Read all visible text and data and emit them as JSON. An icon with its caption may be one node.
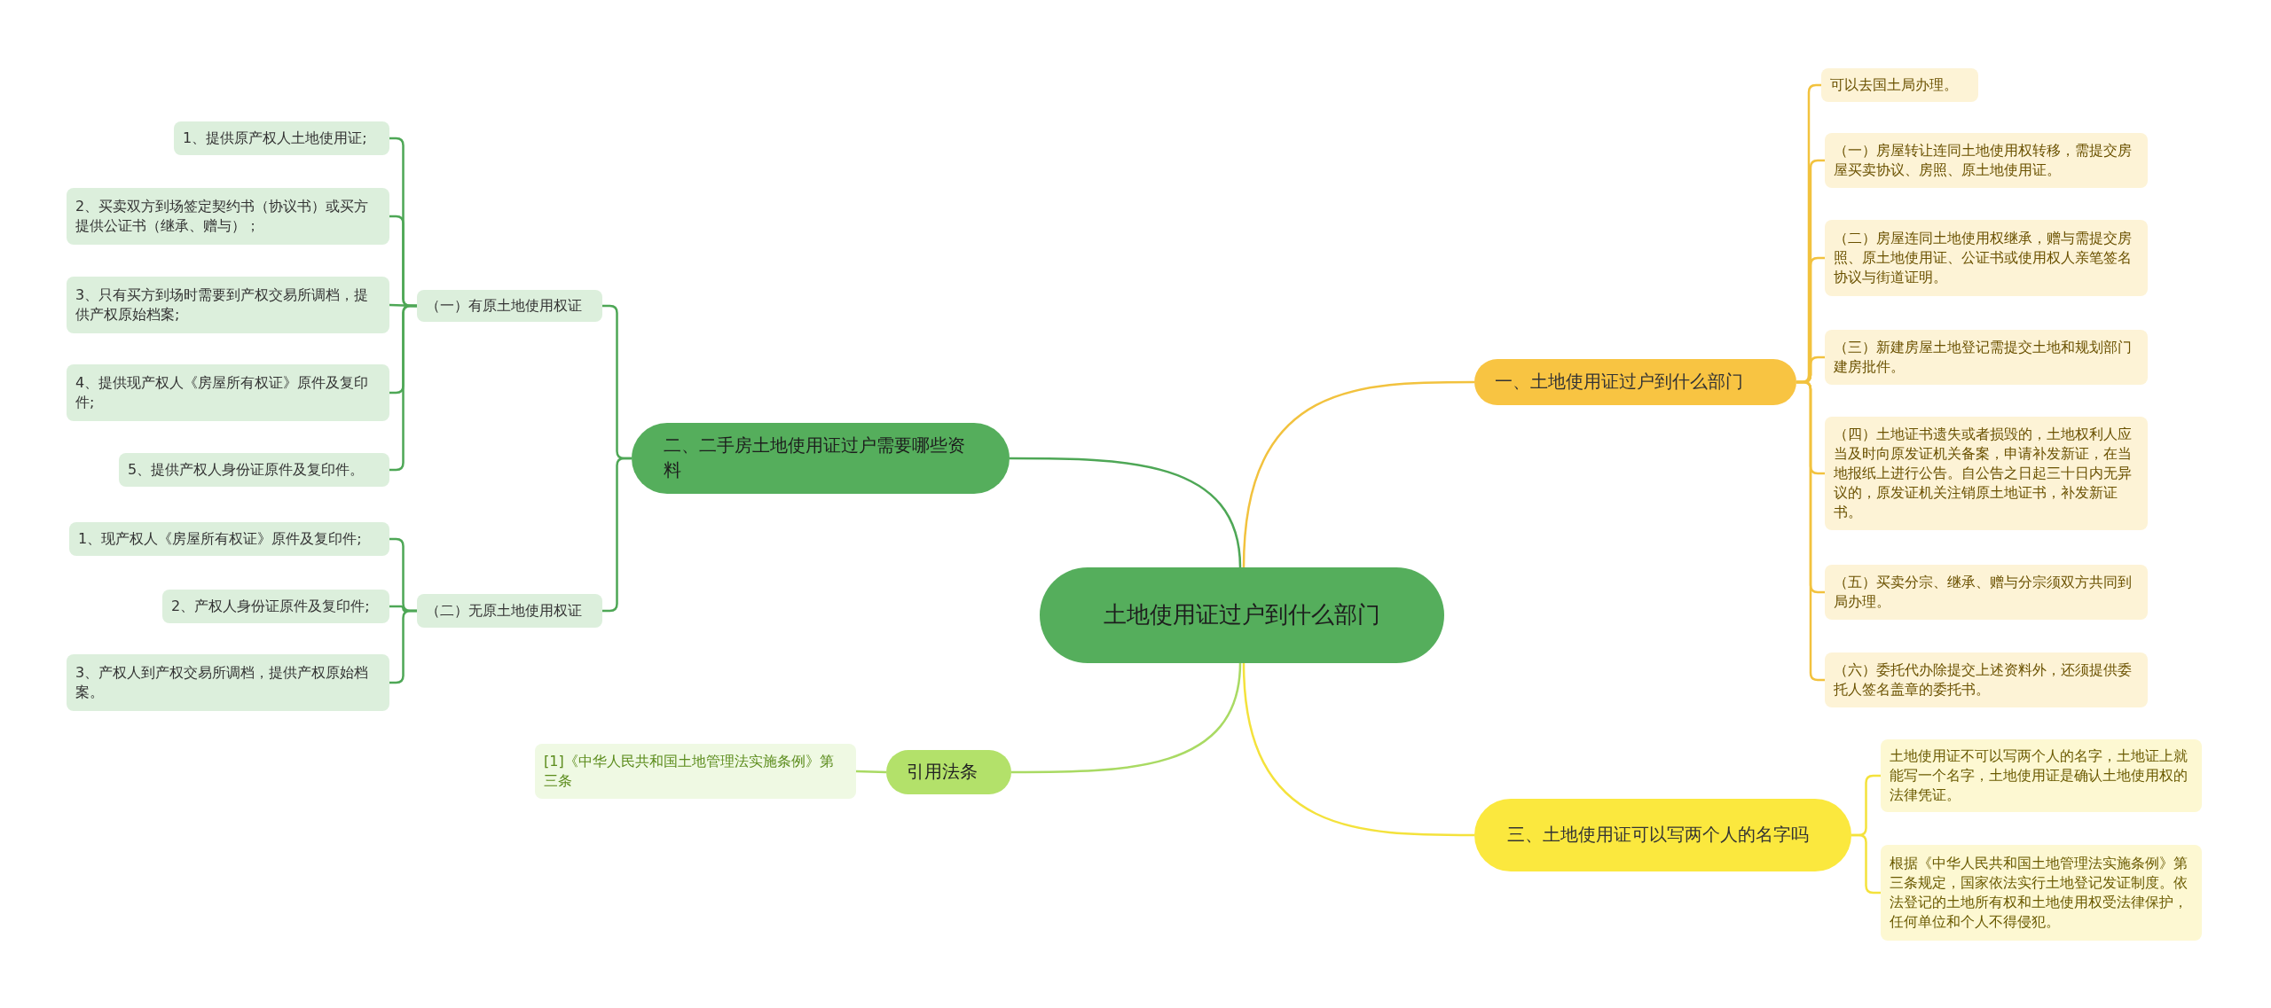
{
  "diagram": {
    "nodes": [
      {
        "text": [
          "土地使用证过户到什么部门"
        ]
      },
      {
        "text": [
          "二、二手房土地使用证过户需要哪些资料"
        ]
      },
      {
        "text": [
          "（一）有原土地使用权证"
        ]
      },
      {
        "text": [
          "1、提供原产权人土地使用证;"
        ]
      },
      {
        "text": [
          "2、买卖双方到场签定契约书（协议书）或买方提供公证书（继承、赠与）；"
        ]
      },
      {
        "text": [
          "3、只有买方到场时需要到产权交易所调档，提供产权原始档案;"
        ]
      },
      {
        "text": [
          "4、提供现产权人《房屋所有权证》原件及复印件;"
        ]
      },
      {
        "text": [
          "5、提供产权人身份证原件及复印件。"
        ]
      },
      {
        "text": [
          "（二）无原土地使用权证"
        ]
      },
      {
        "text": [
          "1、现产权人《房屋所有权证》原件及复印件;"
        ]
      },
      {
        "text": [
          "2、产权人身份证原件及复印件;"
        ]
      },
      {
        "text": [
          "3、产权人到产权交易所调档，提供产权原始档案。"
        ]
      },
      {
        "text": [
          "引用法条"
        ]
      },
      {
        "text": [
          "[1]《中华人民共和国土地管理法实施条例》第三条"
        ]
      },
      {
        "text": [
          "一、土地使用证过户到什么部门"
        ]
      },
      {
        "text": [
          "可以去国土局办理。"
        ]
      },
      {
        "text": [
          "（一）房屋转让连同土地使用权转移，需提交房屋买卖协议、房照、原土地使用证。"
        ]
      },
      {
        "text": [
          "（二）房屋连同土地使用权继承，赠与需提交房照、原土地使用证、公证书或使用权人亲笔签名协议与街道证明。"
        ]
      },
      {
        "text": [
          "（三）新建房屋土地登记需提交土地和规划部门建房批件。"
        ]
      },
      {
        "text": [
          "（四）土地证书遗失或者损毁的，土地权利人应当及时向原发证机关备案，申请补发新证，在当地报纸上进行公告。自公告之日起三十日内无异议的，原发证机关注销原土地证书，补发新证书。"
        ]
      },
      {
        "text": [
          "（五）买卖分宗、继承、赠与分宗须双方共同到局办理。"
        ]
      },
      {
        "text": [
          "（六）委托代办除提交上述资料外，还须提供委托人签名盖章的委托书。"
        ]
      },
      {
        "text": [
          "三、土地使用证可以写两个人的名字吗"
        ]
      },
      {
        "text": [
          "土地使用证不可以写两个人的名字，土地证上就能写一个名字，土地使用证是确认土地使用权的法律凭证。"
        ]
      },
      {
        "text": [
          "根据《中华人民共和国土地管理法实施条例》第三条规定，国家依法实行土地登记发证制度。依法登记的土地所有权和土地使用权受法律保护，任何单位和个人不得侵犯。"
        ]
      }
    ],
    "edges": [
      {
        "from": 0,
        "to": 1,
        "arrow": "none"
      },
      {
        "from": 1,
        "to": 2,
        "arrow": "none"
      },
      {
        "from": 2,
        "to": 3,
        "arrow": "none"
      },
      {
        "from": 2,
        "to": 4,
        "arrow": "none"
      },
      {
        "from": 2,
        "to": 5,
        "arrow": "none"
      },
      {
        "from": 2,
        "to": 6,
        "arrow": "none"
      },
      {
        "from": 2,
        "to": 7,
        "arrow": "none"
      },
      {
        "from": 1,
        "to": 8,
        "arrow": "none"
      },
      {
        "from": 8,
        "to": 9,
        "arrow": "none"
      },
      {
        "from": 8,
        "to": 10,
        "arrow": "none"
      },
      {
        "from": 8,
        "to": 11,
        "arrow": "none"
      },
      {
        "from": 0,
        "to": 12,
        "arrow": "none",
        "color": "#a9da63"
      },
      {
        "from": 12,
        "to": 13,
        "arrow": "none",
        "color": "#a9da63"
      },
      {
        "from": 0,
        "to": 14,
        "arrow": "none",
        "color": "#f2c23e"
      },
      {
        "from": 14,
        "to": 15,
        "arrow": "none",
        "color": "#f2c23e"
      },
      {
        "from": 14,
        "to": 16,
        "arrow": "none",
        "color": "#f2c23e"
      },
      {
        "from": 14,
        "to": 17,
        "arrow": "none",
        "color": "#f2c23e"
      },
      {
        "from": 14,
        "to": 18,
        "arrow": "none",
        "color": "#f2c23e"
      },
      {
        "from": 14,
        "to": 19,
        "arrow": "none",
        "color": "#f2c23e"
      },
      {
        "from": 14,
        "to": 20,
        "arrow": "none",
        "color": "#f2c23e"
      },
      {
        "from": 14,
        "to": 21,
        "arrow": "none",
        "color": "#f2c23e"
      },
      {
        "from": 0,
        "to": 22,
        "arrow": "none",
        "color": "#f4e23c"
      },
      {
        "from": 22,
        "to": 23,
        "arrow": "none",
        "color": "#f4e23c"
      },
      {
        "from": 22,
        "to": 24,
        "arrow": "none",
        "color": "#f4e23c"
      }
    ]
  }
}
